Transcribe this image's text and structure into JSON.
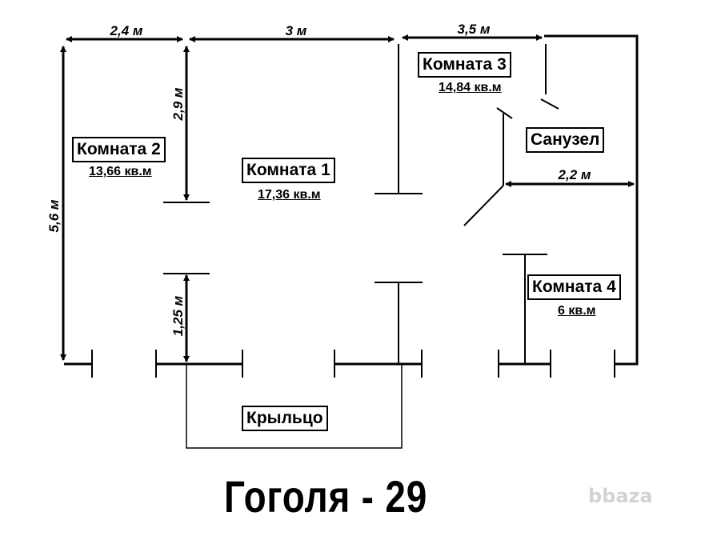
{
  "title": "Гоголя - 29",
  "watermark": "bbaza",
  "dimensions": {
    "top_left": "2,4 м",
    "top_mid": "3 м",
    "top_right": "3,5 м",
    "left_height": "5,6 м",
    "upper_opening": "2,9 м",
    "lower_opening": "1,25 м",
    "bath_width": "2,2 м"
  },
  "rooms": {
    "room2": {
      "name": "Комната 2",
      "area": "13,66 кв.м"
    },
    "room1": {
      "name": "Комната 1",
      "area": "17,36 кв.м"
    },
    "room3": {
      "name": "Комната 3",
      "area": "14,84 кв.м"
    },
    "bathroom": {
      "name": "Санузел"
    },
    "room4": {
      "name": "Комната 4",
      "area": "6 кв.м"
    },
    "porch": {
      "name": "Крыльцо"
    }
  }
}
